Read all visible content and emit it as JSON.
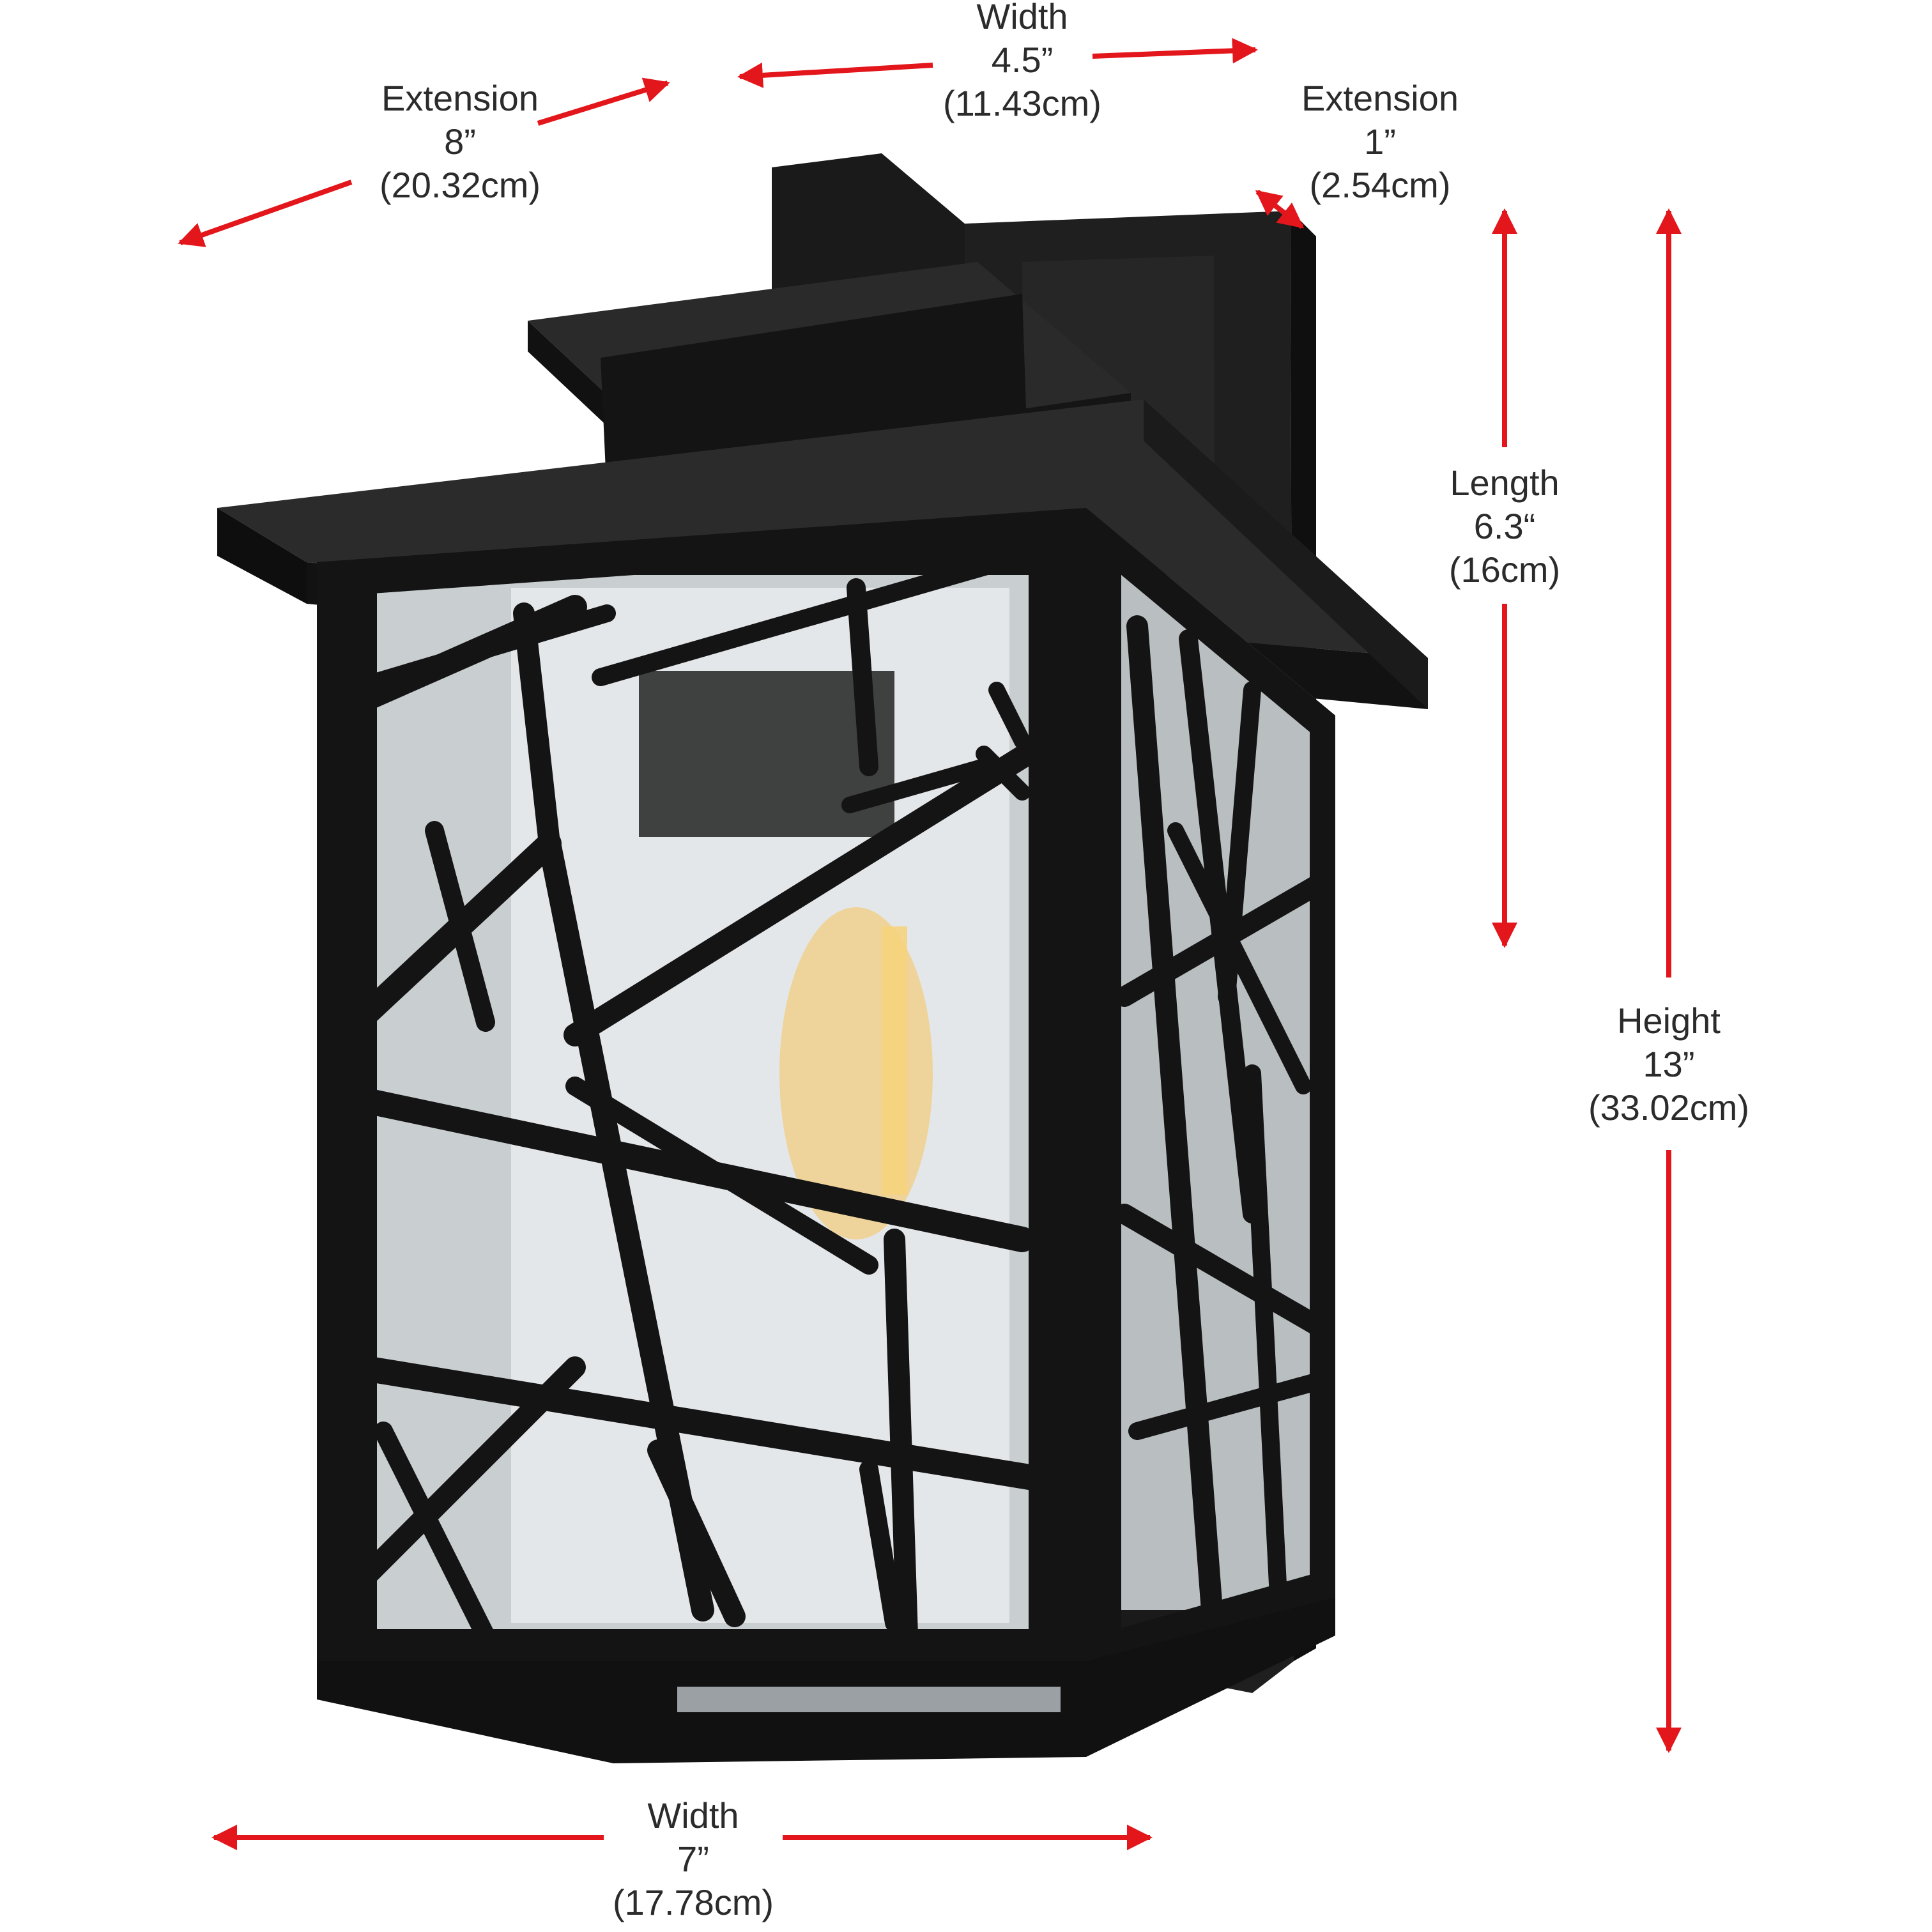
{
  "colors": {
    "arrow": "#e3161b",
    "fixture": "#141414",
    "text": "#2b2b2b",
    "glass": "#c9ced1",
    "bulb": "#f5c25a"
  },
  "dimensions": {
    "width_top": {
      "label": "Width",
      "value": "4.5”",
      "metric": "(11.43cm)"
    },
    "extension_left": {
      "label": "Extension",
      "value": "8”",
      "metric": "(20.32cm)"
    },
    "extension_right": {
      "label": "Extension",
      "value": "1”",
      "metric": "(2.54cm)"
    },
    "length": {
      "label": "Length",
      "value": "6.3“",
      "metric": "(16cm)"
    },
    "height": {
      "label": "Height",
      "value": "13”",
      "metric": "(33.02cm)"
    },
    "width_bottom": {
      "label": "Width",
      "value": "7”",
      "metric": "(17.78cm)"
    }
  },
  "icons": [
    "wall-lantern-illustration",
    "dimension-arrow"
  ]
}
